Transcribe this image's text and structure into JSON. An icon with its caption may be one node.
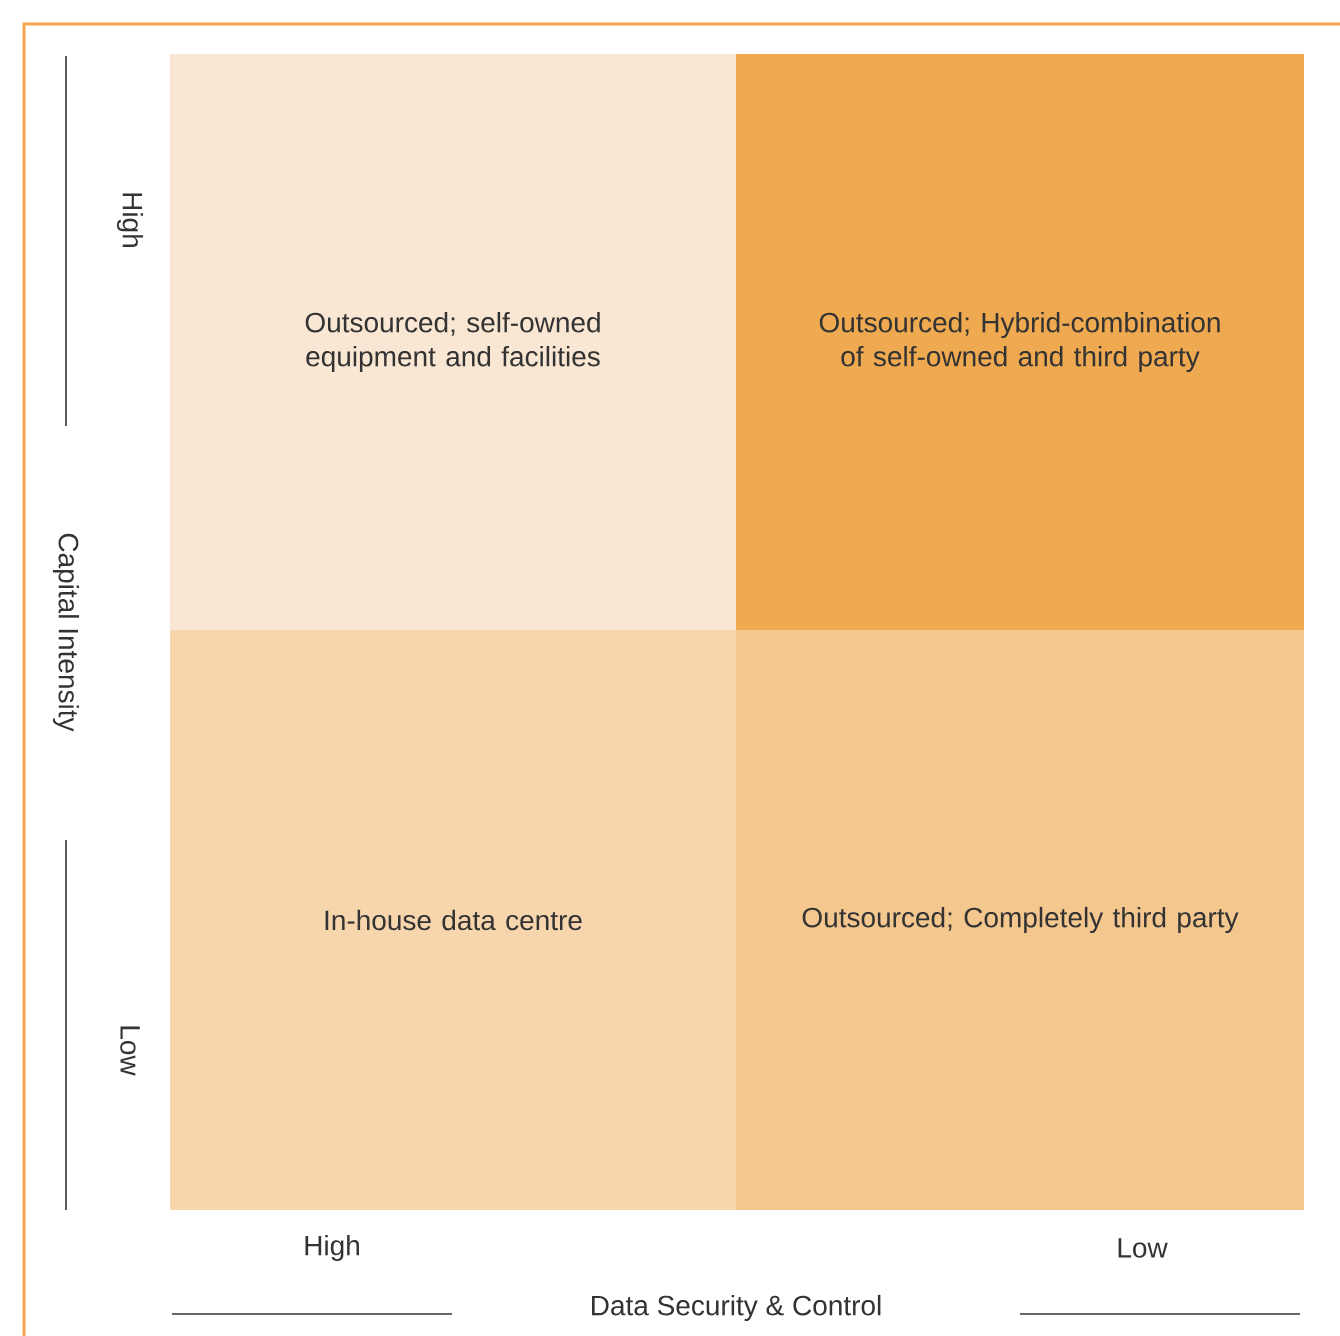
{
  "diagram": {
    "nodes": [
      {
        "text": [
          "Outsourced; self-owned equipment and facilities"
        ]
      },
      {
        "text": [
          "Outsourced; Hybrid-combination of self-owned and third party"
        ]
      },
      {
        "text": [
          "In-house data centre"
        ]
      },
      {
        "text": [
          "Outsourced; Completely third party"
        ]
      }
    ],
    "edges": [],
    "labels": [
      "High",
      "Capital Intensity",
      "Low",
      "High",
      "Low",
      "Data Security & Control"
    ]
  }
}
